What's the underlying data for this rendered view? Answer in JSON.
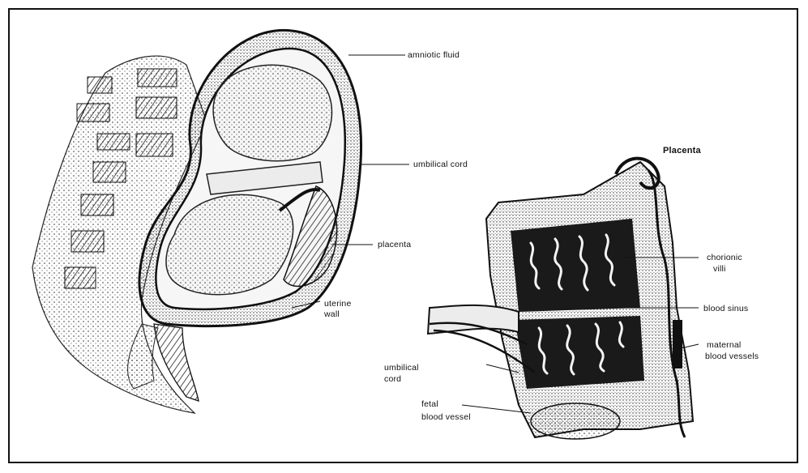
{
  "figure": {
    "left_labels": {
      "amniotic_fluid": "amniotic fluid",
      "umbilical_cord": "umbilical cord",
      "placenta": "placenta",
      "uterine_wall_1": "uterine",
      "uterine_wall_2": "wall"
    },
    "right_labels": {
      "title": "Placenta",
      "chorionic_villi_1": "chorionic",
      "chorionic_villi_2": "villi",
      "blood_sinus": "blood sinus",
      "maternal_1": "maternal",
      "maternal_2": "blood vessels",
      "umbilical_1": "umbilical",
      "umbilical_2": "cord",
      "fetal_1": "fetal",
      "fetal_2": "blood vessel"
    }
  }
}
